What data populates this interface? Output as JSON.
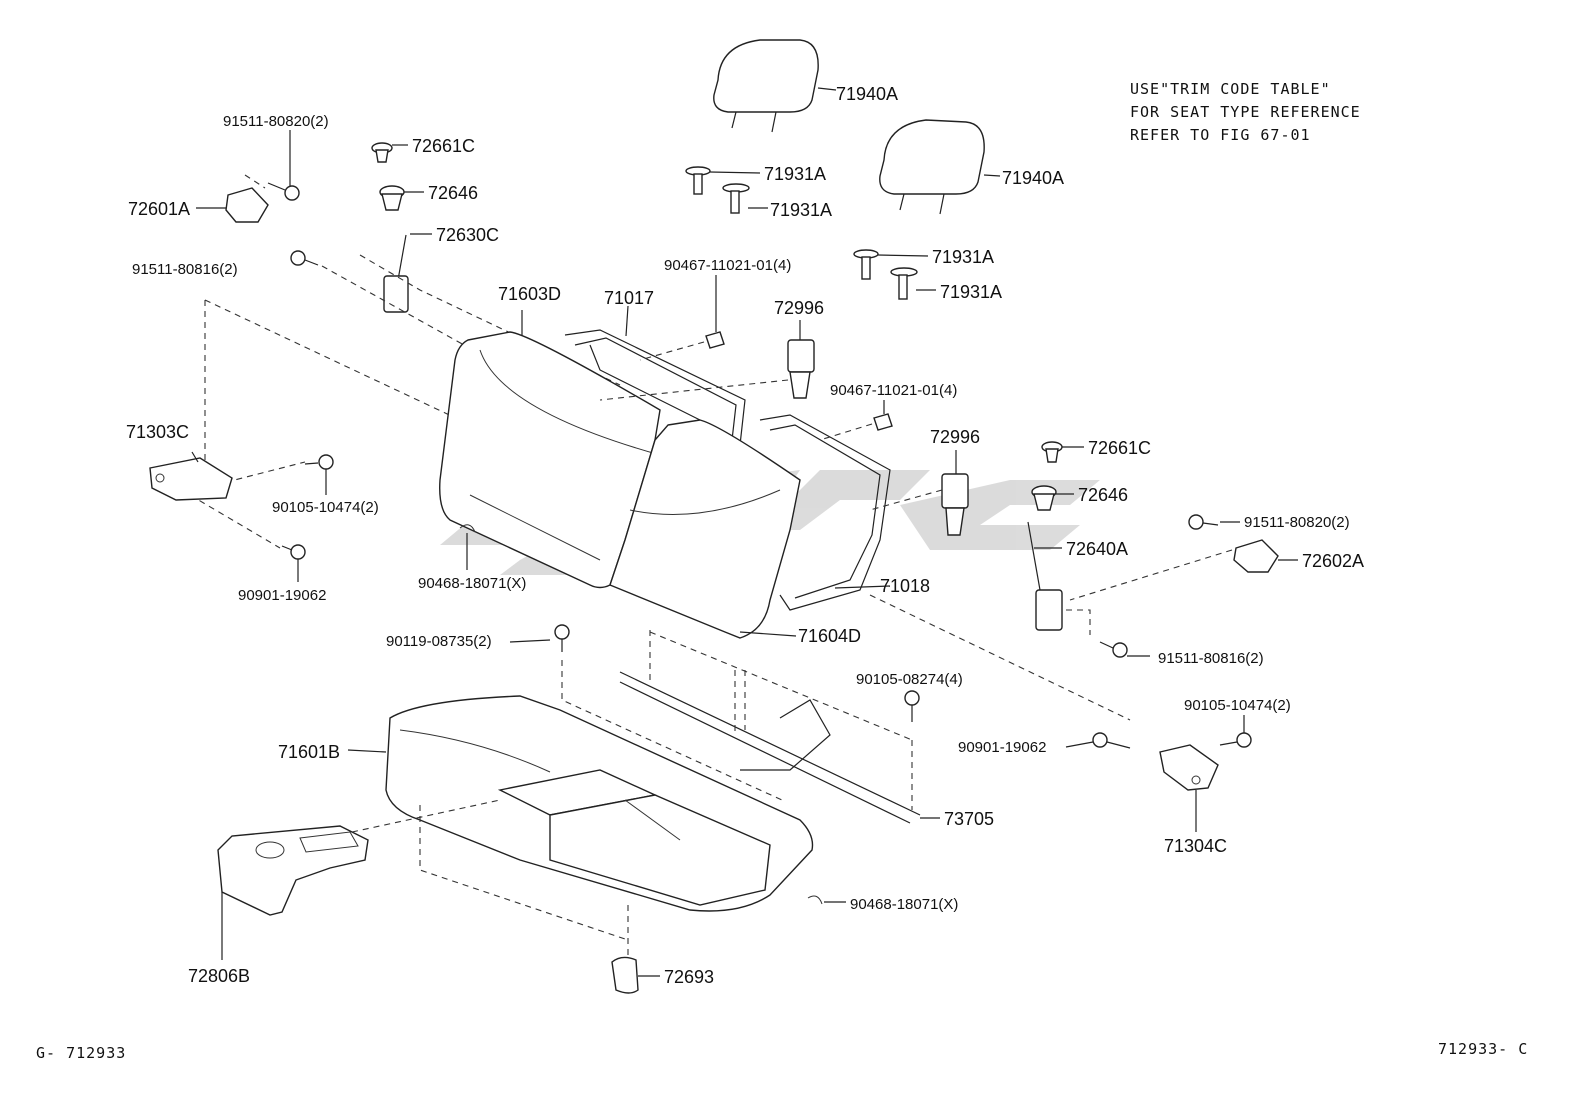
{
  "note": {
    "line1": "USE\"TRIM CODE TABLE\"",
    "line2": "FOR SEAT TYPE REFERENCE",
    "line3": "REFER TO FIG 67-01"
  },
  "footer": {
    "left": "G- 712933",
    "right": "712933- C"
  },
  "labels": {
    "l71940A_1": "71940A",
    "l71940A_2": "71940A",
    "l71931A_1": "71931A",
    "l71931A_2": "71931A",
    "l71931A_3": "71931A",
    "l71931A_4": "71931A",
    "l91511_80820_l": "91511-80820(2)",
    "l72661C_l": "72661C",
    "l72646_l": "72646",
    "l72601A": "72601A",
    "l72630C": "72630C",
    "l91511_80816_l": "91511-80816(2)",
    "l90467_1": "90467-11021-01(4)",
    "l71603D": "71603D",
    "l71017": "71017",
    "l72996_1": "72996",
    "l90467_2": "90467-11021-01(4)",
    "l72996_2": "72996",
    "l72661C_r": "72661C",
    "l72646_r": "72646",
    "l72640A": "72640A",
    "l91511_80820_r": "91511-80820(2)",
    "l72602A": "72602A",
    "l71303C": "71303C",
    "l90105_10474_l": "90105-10474(2)",
    "l90901_19062_l": "90901-19062",
    "l90468_18071_1": "90468-18071(X)",
    "l71018": "71018",
    "l71604D": "71604D",
    "l91511_80816_r": "91511-80816(2)",
    "l90119_08735": "90119-08735(2)",
    "l90105_08274": "90105-08274(4)",
    "l90105_10474_r": "90105-10474(2)",
    "l90901_19062_r": "90901-19062",
    "l71601B": "71601B",
    "l73705": "73705",
    "l71304C": "71304C",
    "l90468_18071_2": "90468-18071(X)",
    "l72806B": "72806B",
    "l72693": "72693"
  }
}
